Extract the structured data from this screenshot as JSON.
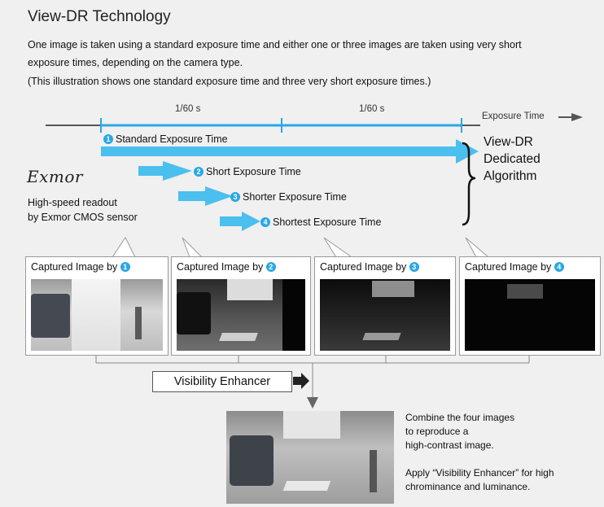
{
  "title": "View-DR Technology",
  "intro": {
    "line1": "One image is taken using a standard exposure time and either one or three images are taken using very short",
    "line2": "exposure times, depending on the camera type.",
    "line3": "(This illustration shows one standard exposure time and three very short exposure times.)"
  },
  "timeline": {
    "tick1": "1/60 s",
    "tick2": "1/60 s",
    "axis_label": "Exposure Time"
  },
  "exposures": [
    {
      "num": "1",
      "label": "Standard Exposure Time"
    },
    {
      "num": "2",
      "label": "Short Exposure Time"
    },
    {
      "num": "3",
      "label": "Shorter Exposure Time"
    },
    {
      "num": "4",
      "label": "Shortest Exposure Time"
    }
  ],
  "algorithm": {
    "line1": "View-DR",
    "line2": "Dedicated",
    "line3": "Algorithm"
  },
  "exmor": {
    "logo": "Exmor",
    "desc1": "High-speed readout",
    "desc2": "by Exmor CMOS sensor"
  },
  "captures": [
    {
      "prefix": "Captured Image by",
      "num": "1"
    },
    {
      "prefix": "Captured Image by",
      "num": "2"
    },
    {
      "prefix": "Captured Image by",
      "num": "3"
    },
    {
      "prefix": "Captured Image by",
      "num": "4"
    }
  ],
  "enhancer_label": "Visibility Enhancer",
  "result": {
    "line1": "Combine the four images",
    "line2": "to reproduce a",
    "line3": "high-contrast image.",
    "line4": "Apply “Visibility Enhancer” for high",
    "line5": "chrominance and luminance."
  },
  "colors": {
    "accent": "#2aa7e6",
    "arrow": "#4bbfee",
    "background": "#f0f0f0"
  }
}
